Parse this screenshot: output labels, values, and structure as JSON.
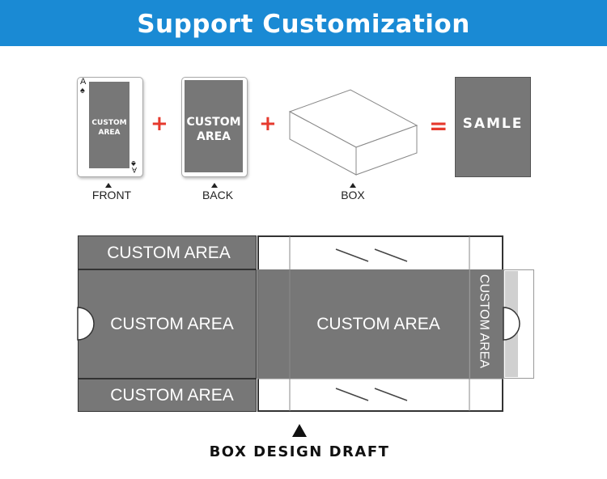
{
  "banner": {
    "title": "Support Customization"
  },
  "front_card": {
    "rank": "A",
    "label": "CUSTOM AREA",
    "caption": "FRONT"
  },
  "back_card": {
    "label": "CUSTOM AREA",
    "caption": "BACK"
  },
  "box": {
    "caption": "BOX"
  },
  "operators": {
    "plus1": "+",
    "plus2": "+",
    "equals": "="
  },
  "sample": {
    "label": "SAMLE"
  },
  "draft": {
    "top_area": "CUSTOM AREA",
    "middle_area": "CUSTOM AREA",
    "bottom_area": "CUSTOM AREA",
    "center_area": "CUSTOM AREA",
    "side_area": "CUSTOM AREA",
    "caption": "BOX DESIGN DRAFT"
  },
  "colors": {
    "banner": "#1a8ad4",
    "area": "#777777",
    "operator": "#e63a2e"
  }
}
